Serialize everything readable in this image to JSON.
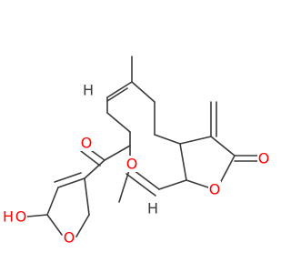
{
  "colors": {
    "bond": "#3a3a3a",
    "oxygen": "#ff0000",
    "carbon_label": "#3a3a3a"
  },
  "atoms": {
    "ester_carbonyl_o": "O",
    "ester_link_o": "O",
    "lactone_carbonyl_o": "O",
    "lactone_ring_o": "O",
    "furanone_ring_o": "O",
    "hydroxyl_h": "H",
    "hydroxyl_o": "O",
    "ene_h_left": "H",
    "ene_h_bottom": "H"
  }
}
